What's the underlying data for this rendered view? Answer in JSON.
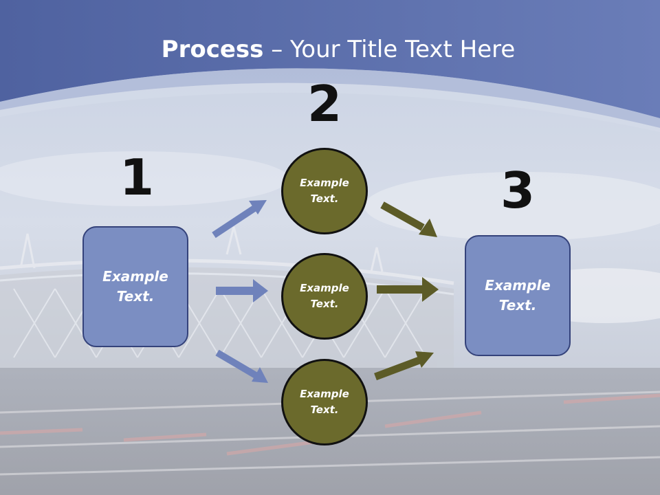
{
  "title": {
    "bold": "Process",
    "dash": " – ",
    "rest": "Your Title Text Here"
  },
  "steps": [
    {
      "number": "1",
      "label": "Example\nText."
    },
    {
      "number": "2",
      "label": "Example\nText."
    },
    {
      "number": "3",
      "label": "Example\nText."
    }
  ],
  "circles": [
    {
      "label": "Example\nText."
    },
    {
      "label": "Example\nText."
    },
    {
      "label": "Example\nText."
    }
  ],
  "colors": {
    "header": "#5b6fa8",
    "box_fill": "#7b8ec2",
    "circle_fill": "#6b6a2c",
    "arrow_blue": "#6f82bb",
    "arrow_olive": "#5c5b27"
  }
}
